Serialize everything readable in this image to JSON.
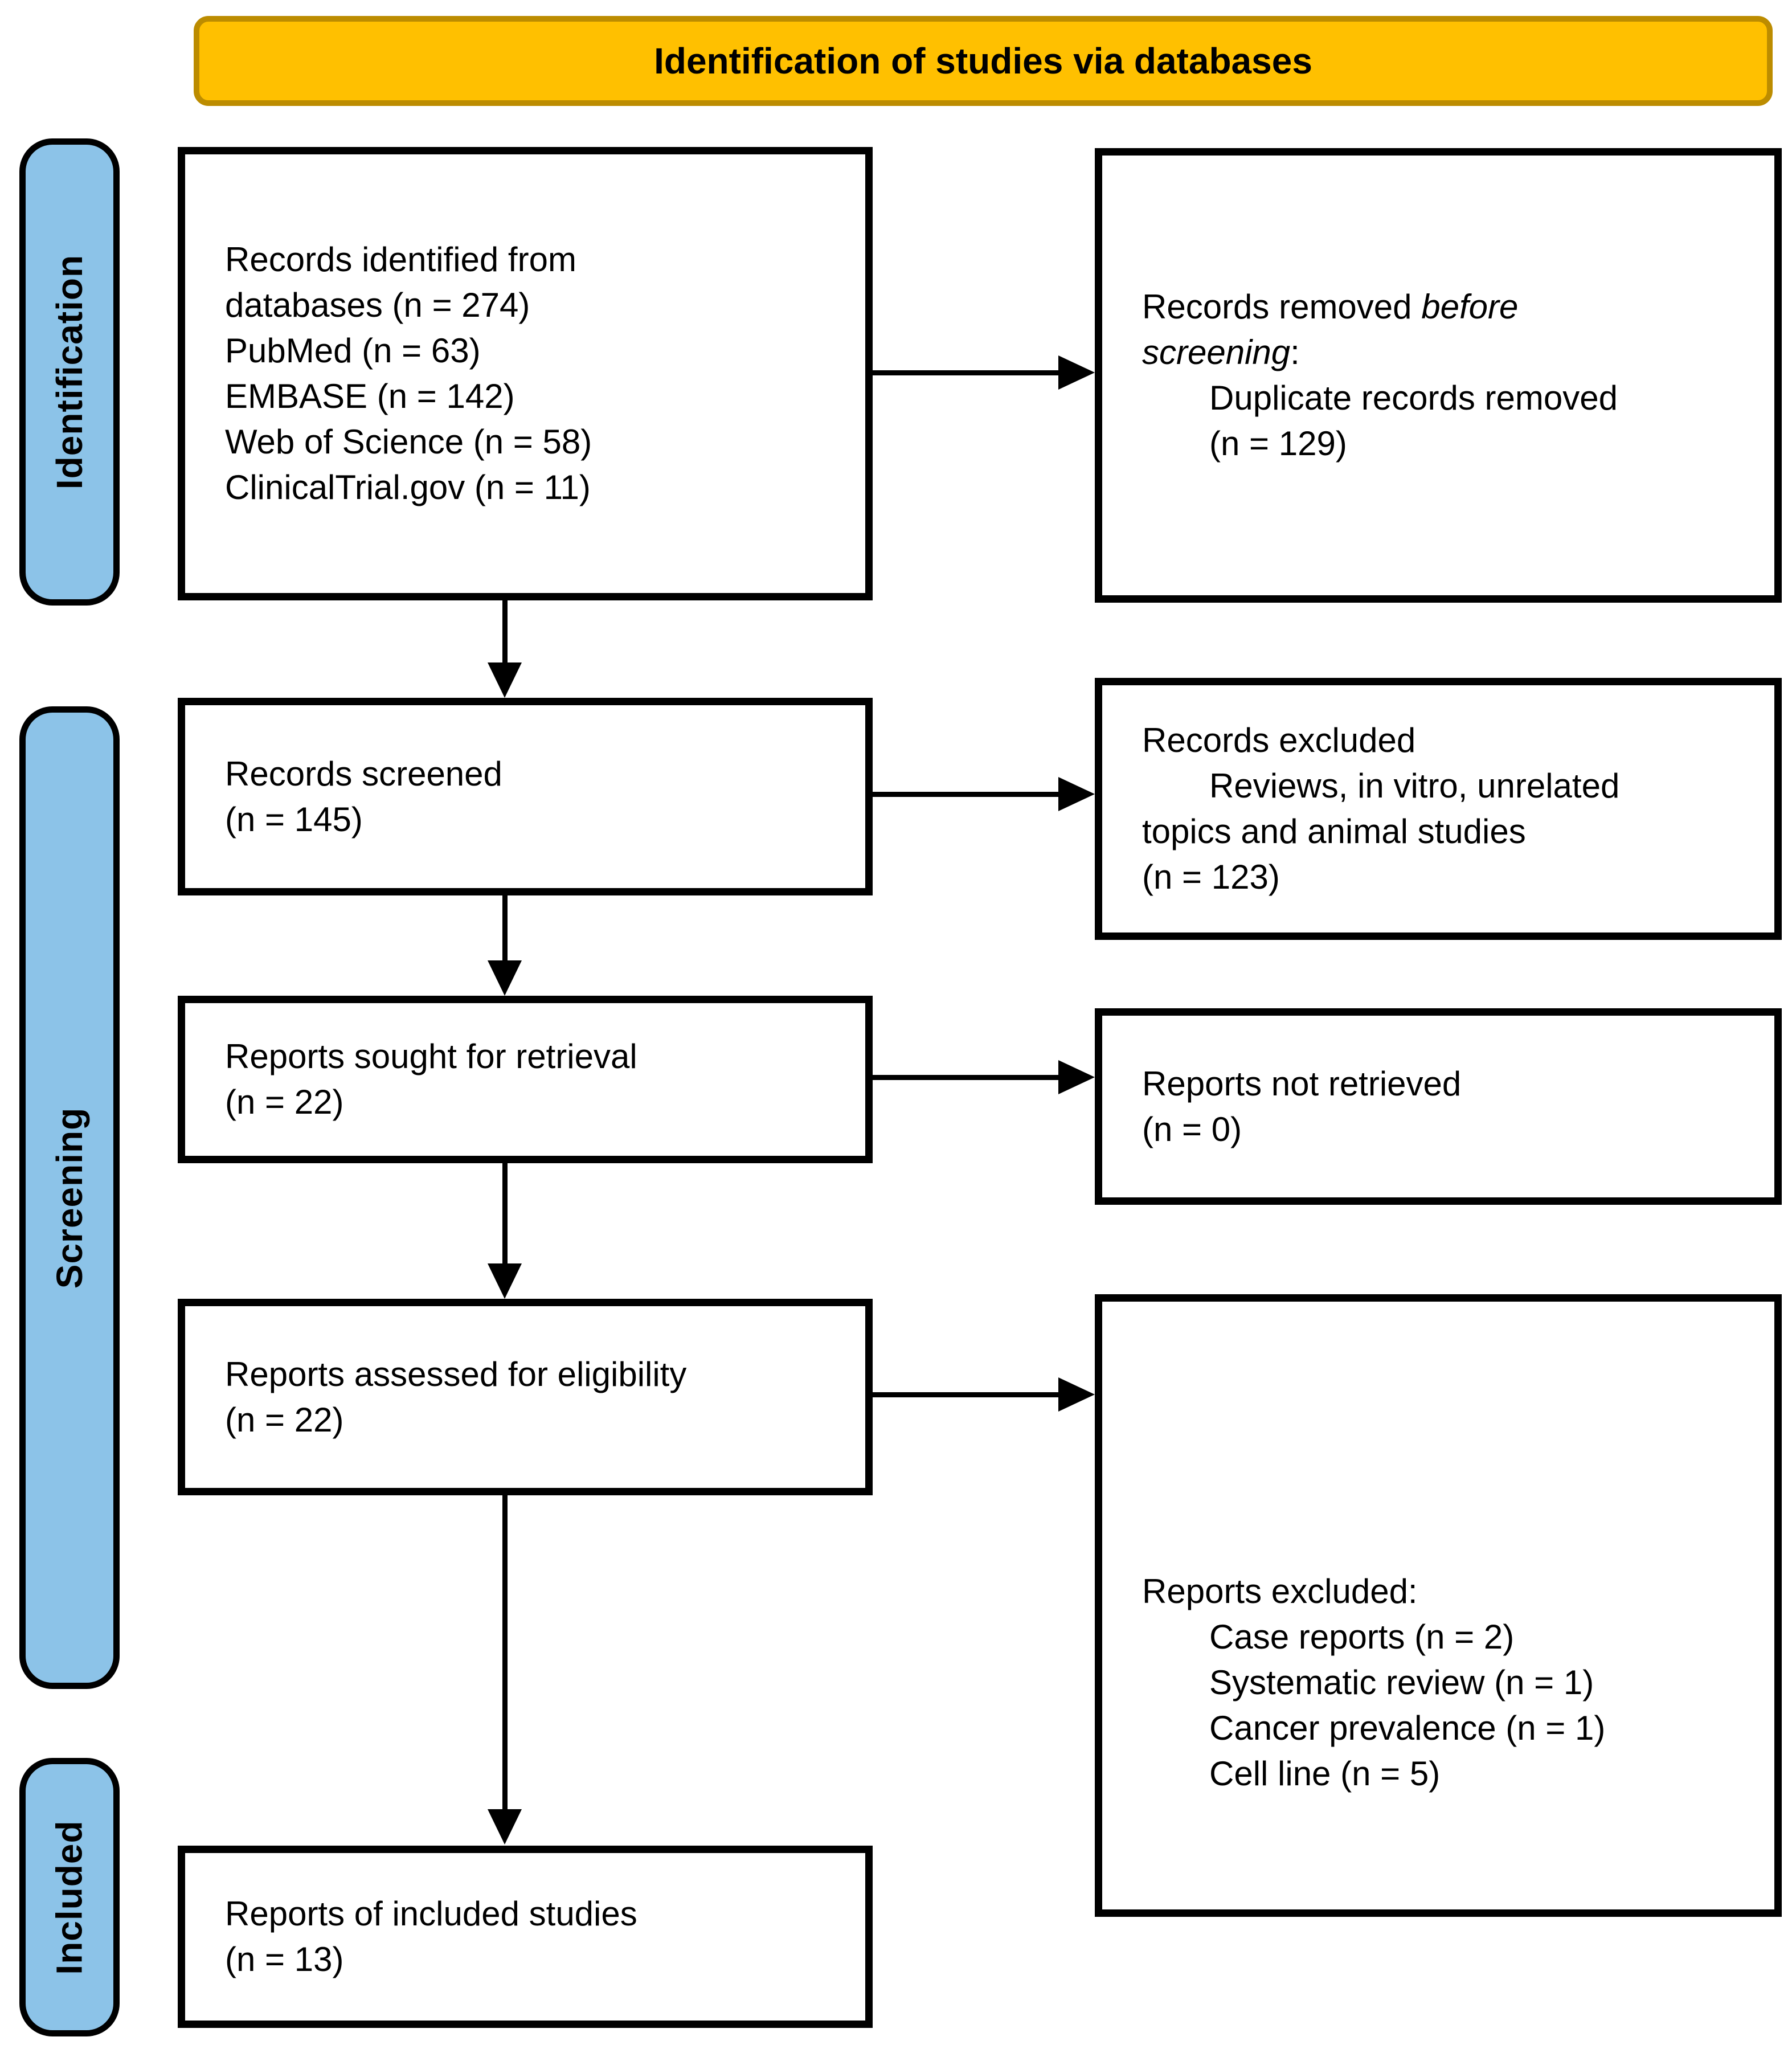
{
  "banner": {
    "label": "Identification of studies via databases",
    "fill": "#FFC000",
    "border_color": "#BC8C00"
  },
  "sidebar": {
    "fill": "#8CC3E8",
    "items": [
      {
        "label": "Identification"
      },
      {
        "label": "Screening"
      },
      {
        "label": "Included"
      }
    ]
  },
  "flow": {
    "left_boxes": [
      {
        "name": "records-identified",
        "lines": [
          {
            "text": "Records identified from"
          },
          {
            "text": "databases (n = 274)"
          },
          {
            "text": "PubMed (n = 63)"
          },
          {
            "text": "EMBASE (n = 142)"
          },
          {
            "text": "Web of Science (n = 58)"
          },
          {
            "text": "ClinicalTrial.gov (n = 11)"
          }
        ]
      },
      {
        "name": "records-screened",
        "lines": [
          {
            "text": "Records screened"
          },
          {
            "text": "(n = 145)"
          }
        ]
      },
      {
        "name": "reports-sought-for-retrieval",
        "lines": [
          {
            "text": "Reports sought for retrieval"
          },
          {
            "text": "(n = 22)"
          }
        ]
      },
      {
        "name": "reports-assessed-for-eligibility",
        "lines": [
          {
            "text": "Reports assessed for eligibility"
          },
          {
            "text": "(n = 22)"
          }
        ]
      },
      {
        "name": "reports-of-included-studies",
        "lines": [
          {
            "text": "Reports of included studies"
          },
          {
            "text": "(n = 13)"
          }
        ]
      }
    ],
    "right_boxes": [
      {
        "name": "records-removed-before-screening",
        "lines": [
          {
            "segments": [
              {
                "text": "Records removed "
              },
              {
                "text": "before",
                "italic": true
              }
            ]
          },
          {
            "segments": [
              {
                "text": "screening",
                "italic": true
              },
              {
                "text": ":"
              }
            ]
          },
          {
            "text": "Duplicate records removed",
            "indent": true
          },
          {
            "text": "(n = 129)",
            "indent": true
          }
        ]
      },
      {
        "name": "records-excluded",
        "lines": [
          {
            "text": "Records excluded"
          },
          {
            "text": "Reviews, in vitro, unrelated",
            "indent": true
          },
          {
            "text": "topics and animal studies"
          },
          {
            "text": "(n = 123)"
          }
        ]
      },
      {
        "name": "reports-not-retrieved",
        "lines": [
          {
            "text": "Reports not retrieved"
          },
          {
            "text": "(n = 0)"
          }
        ]
      },
      {
        "name": "reports-excluded",
        "lines": [
          {
            "text": "Reports excluded:"
          },
          {
            "text": "Case reports (n = 2)",
            "indent": true
          },
          {
            "text": "Systematic review (n = 1)",
            "indent": true
          },
          {
            "text": "Cancer prevalence (n = 1)",
            "indent": true
          },
          {
            "text": "Cell line (n = 5)",
            "indent": true
          }
        ]
      }
    ]
  },
  "colors": {
    "box_border": "#000000",
    "box_fill": "#FFFFFF",
    "arrow": "#000000",
    "text": "#000000"
  }
}
